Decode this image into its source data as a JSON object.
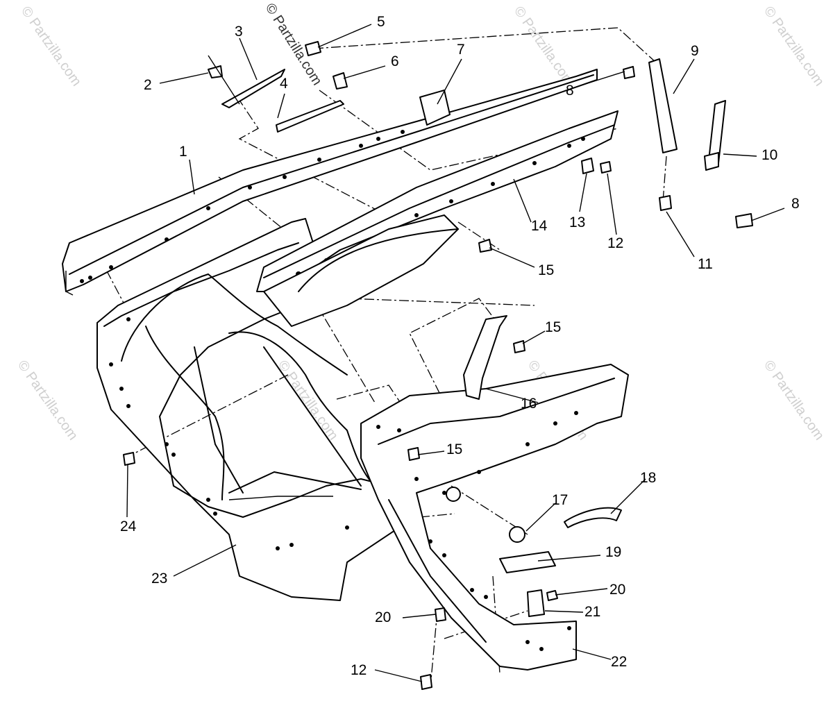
{
  "watermark": "© Partzilla.com",
  "callouts": [
    {
      "id": "c1",
      "label": "1"
    },
    {
      "id": "c2",
      "label": "2"
    },
    {
      "id": "c3",
      "label": "3"
    },
    {
      "id": "c4",
      "label": "4"
    },
    {
      "id": "c5",
      "label": "5"
    },
    {
      "id": "c6",
      "label": "6"
    },
    {
      "id": "c7",
      "label": "7"
    },
    {
      "id": "c8a",
      "label": "8"
    },
    {
      "id": "c8b",
      "label": "8"
    },
    {
      "id": "c9",
      "label": "9"
    },
    {
      "id": "c10",
      "label": "10"
    },
    {
      "id": "c11",
      "label": "11"
    },
    {
      "id": "c12a",
      "label": "12"
    },
    {
      "id": "c12b",
      "label": "12"
    },
    {
      "id": "c13",
      "label": "13"
    },
    {
      "id": "c14",
      "label": "14"
    },
    {
      "id": "c15a",
      "label": "15"
    },
    {
      "id": "c15b",
      "label": "15"
    },
    {
      "id": "c15c",
      "label": "15"
    },
    {
      "id": "c16",
      "label": "16"
    },
    {
      "id": "c17",
      "label": "17"
    },
    {
      "id": "c18",
      "label": "18"
    },
    {
      "id": "c19",
      "label": "19"
    },
    {
      "id": "c20a",
      "label": "20"
    },
    {
      "id": "c20b",
      "label": "20"
    },
    {
      "id": "c21",
      "label": "21"
    },
    {
      "id": "c22",
      "label": "22"
    },
    {
      "id": "c23",
      "label": "23"
    },
    {
      "id": "c24",
      "label": "24"
    }
  ]
}
